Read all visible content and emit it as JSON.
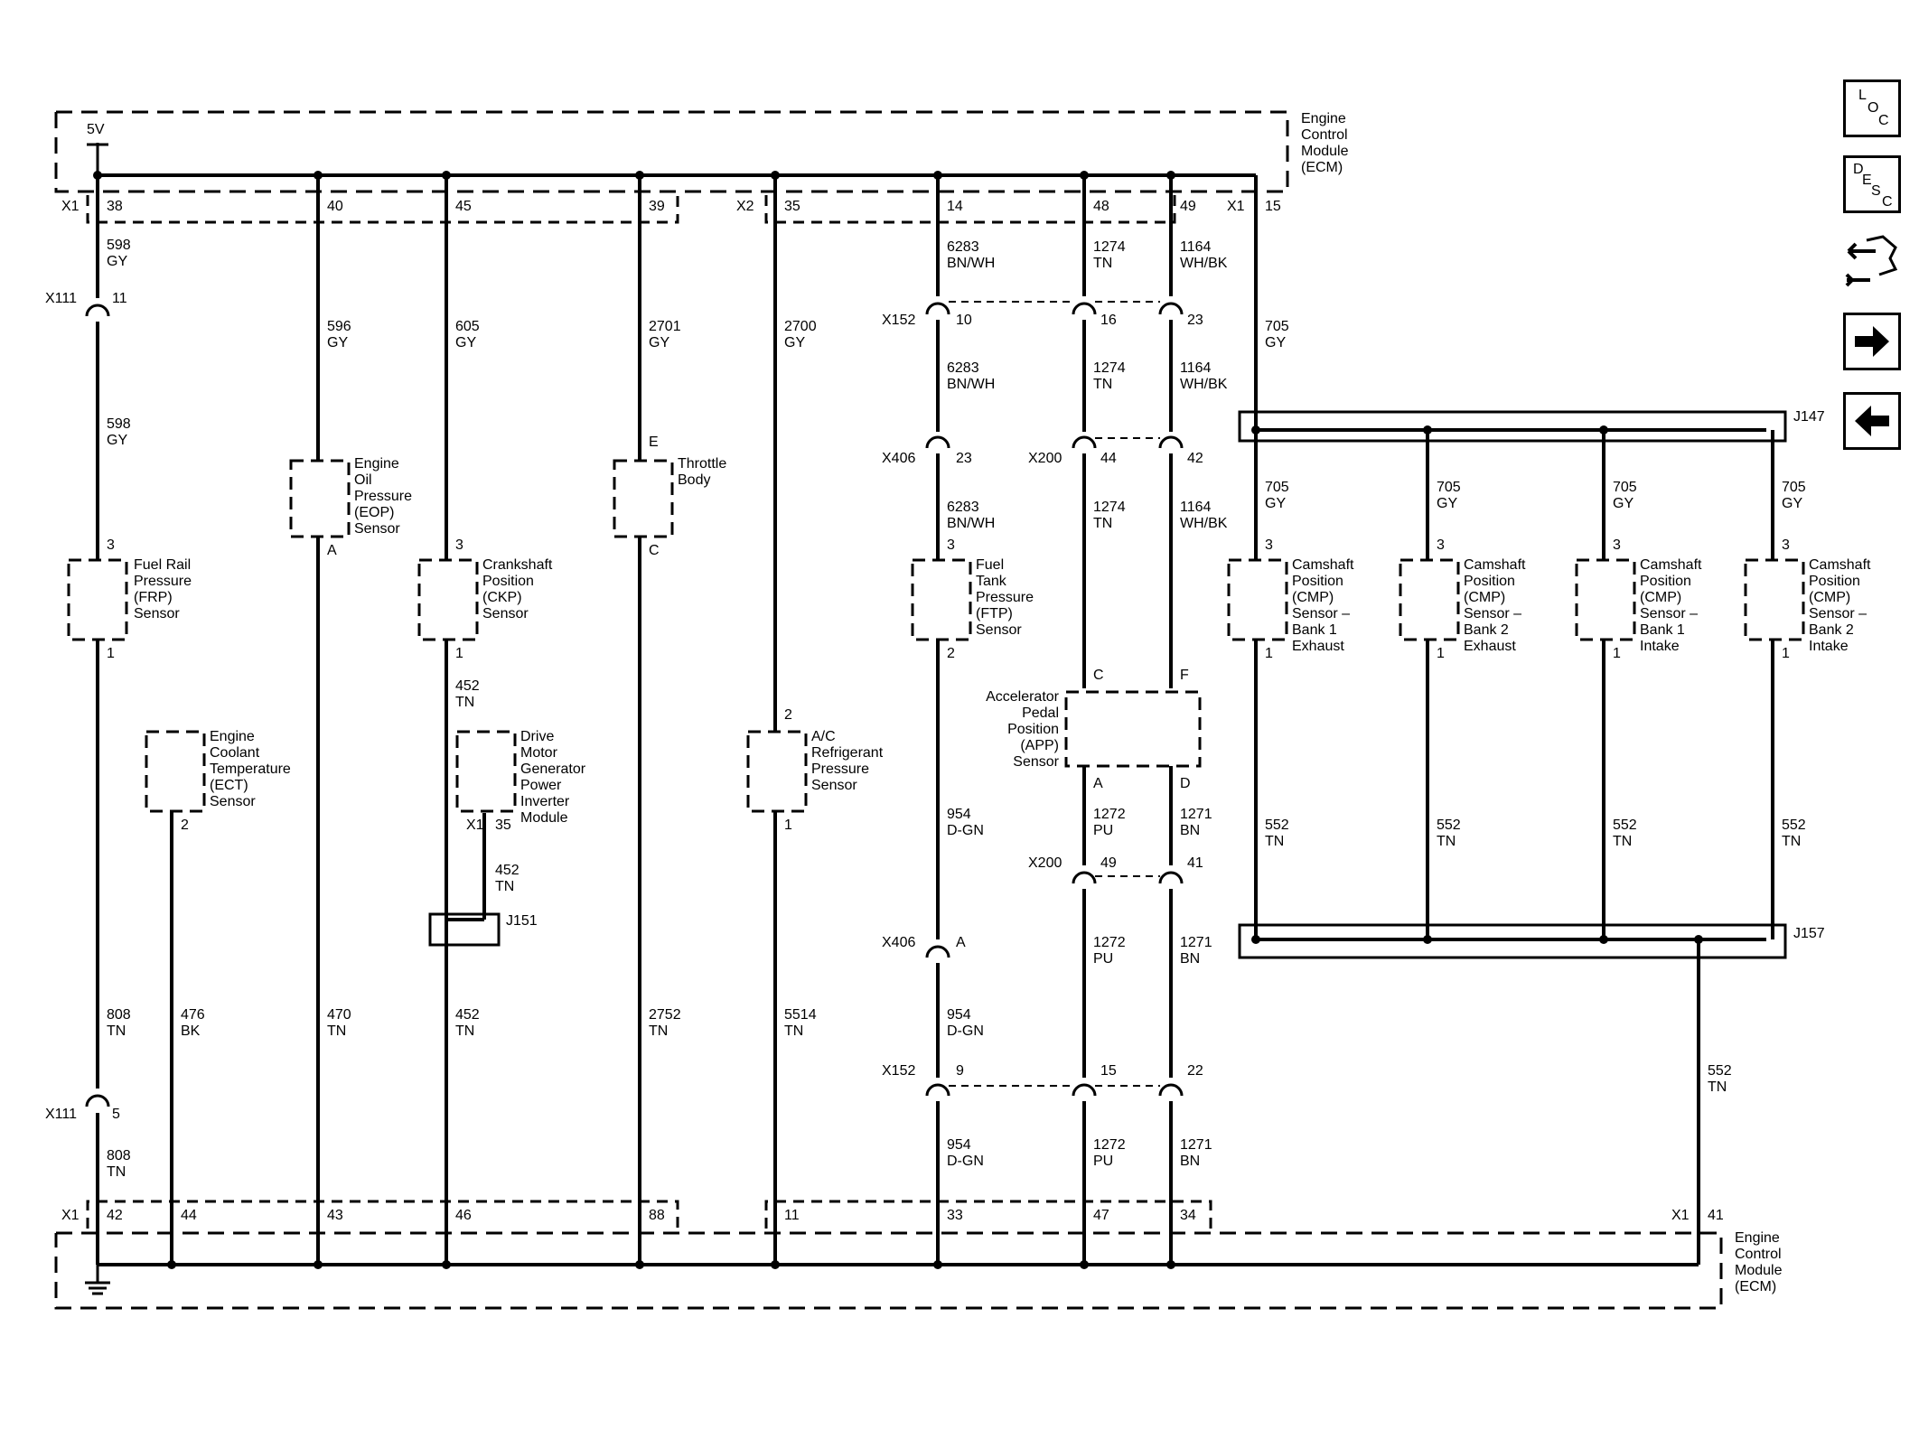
{
  "ecm_top_label": [
    "Engine",
    "Control",
    "Module",
    "(ECM)"
  ],
  "ecm_bottom_label": [
    "Engine",
    "Control",
    "Module",
    "(ECM)"
  ],
  "supply_label": "5V",
  "connectors": {
    "x1": "X1",
    "x2": "X2",
    "x111": "X111",
    "x152": "X152",
    "x406": "X406",
    "x200": "X200",
    "j147": "J147",
    "j157": "J157",
    "j151": "J151"
  },
  "top_pins": [
    "38",
    "40",
    "45",
    "39",
    "35",
    "14",
    "48",
    "49",
    "15"
  ],
  "bottom_pins": [
    "42",
    "44",
    "43",
    "46",
    "88",
    "11",
    "33",
    "47",
    "34",
    "41"
  ],
  "wire_labels": {
    "w598a": [
      "598",
      "GY"
    ],
    "w598b": [
      "598",
      "GY"
    ],
    "w596": [
      "596",
      "GY"
    ],
    "w605": [
      "605",
      "GY"
    ],
    "w2701": [
      "2701",
      "GY"
    ],
    "w2700": [
      "2700",
      "GY"
    ],
    "w6283a": [
      "6283",
      "BN/WH"
    ],
    "w6283b": [
      "6283",
      "BN/WH"
    ],
    "w6283c": [
      "6283",
      "BN/WH"
    ],
    "w1274a": [
      "1274",
      "TN"
    ],
    "w1274b": [
      "1274",
      "TN"
    ],
    "w1274c": [
      "1274",
      "TN"
    ],
    "w1164a": [
      "1164",
      "WH/BK"
    ],
    "w1164b": [
      "1164",
      "WH/BK"
    ],
    "w1164c": [
      "1164",
      "WH/BK"
    ],
    "w705a": [
      "705",
      "GY"
    ],
    "w705b": [
      "705",
      "GY"
    ],
    "w705c": [
      "705",
      "GY"
    ],
    "w705d": [
      "705",
      "GY"
    ],
    "w705e": [
      "705",
      "GY"
    ],
    "w452a": [
      "452",
      "TN"
    ],
    "w452b": [
      "452",
      "TN"
    ],
    "w452c": [
      "452",
      "TN"
    ],
    "w808a": [
      "808",
      "TN"
    ],
    "w808b": [
      "808",
      "TN"
    ],
    "w476": [
      "476",
      "BK"
    ],
    "w470": [
      "470",
      "TN"
    ],
    "w2752": [
      "2752",
      "TN"
    ],
    "w5514": [
      "5514",
      "TN"
    ],
    "w954a": [
      "954",
      "D-GN"
    ],
    "w954b": [
      "954",
      "D-GN"
    ],
    "w954c": [
      "954",
      "D-GN"
    ],
    "w1272a": [
      "1272",
      "PU"
    ],
    "w1272b": [
      "1272",
      "PU"
    ],
    "w1272c": [
      "1272",
      "PU"
    ],
    "w1271a": [
      "1271",
      "BN"
    ],
    "w1271b": [
      "1271",
      "BN"
    ],
    "w1271c": [
      "1271",
      "BN"
    ],
    "w552a": [
      "552",
      "TN"
    ],
    "w552b": [
      "552",
      "TN"
    ],
    "w552c": [
      "552",
      "TN"
    ],
    "w552d": [
      "552",
      "TN"
    ],
    "w552e": [
      "552",
      "TN"
    ]
  },
  "components": {
    "frp": [
      "Fuel Rail",
      "Pressure",
      "(FRP)",
      "Sensor"
    ],
    "eop": [
      "Engine",
      "Oil",
      "Pressure",
      "(EOP)",
      "Sensor"
    ],
    "ckp": [
      "Crankshaft",
      "Position",
      "(CKP)",
      "Sensor"
    ],
    "throttle": [
      "Throttle",
      "Body"
    ],
    "ftp": [
      "Fuel",
      "Tank",
      "Pressure",
      "(FTP)",
      "Sensor"
    ],
    "ect": [
      "Engine",
      "Coolant",
      "Temperature",
      "(ECT)",
      "Sensor"
    ],
    "dmgpim": [
      "Drive",
      "Motor",
      "Generator",
      "Power",
      "Inverter",
      "Module"
    ],
    "ac": [
      "A/C",
      "Refrigerant",
      "Pressure",
      "Sensor"
    ],
    "app": [
      "Accelerator",
      "Pedal",
      "Position",
      "(APP)",
      "Sensor"
    ],
    "cmp1": [
      "Camshaft",
      "Position",
      "(CMP)",
      "Sensor –",
      "Bank 1",
      "Exhaust"
    ],
    "cmp2": [
      "Camshaft",
      "Position",
      "(CMP)",
      "Sensor –",
      "Bank 2",
      "Exhaust"
    ],
    "cmp3": [
      "Camshaft",
      "Position",
      "(CMP)",
      "Sensor –",
      "Bank 1",
      "Intake"
    ],
    "cmp4": [
      "Camshaft",
      "Position",
      "(CMP)",
      "Sensor –",
      "Bank 2",
      "Intake"
    ]
  },
  "pins": {
    "c11": "11",
    "c5": "5",
    "c10": "10",
    "c16": "16",
    "c23a": "23",
    "c23b": "23",
    "c44": "44",
    "c42": "42",
    "c49": "49",
    "c41": "41",
    "cA": "A",
    "c9": "9",
    "c15": "15",
    "c22": "22",
    "p3": "3",
    "p1": "1",
    "p2": "2",
    "pA": "A",
    "pE": "E",
    "pC": "C",
    "pF": "F",
    "pD": "D",
    "p35": "35"
  },
  "nav": {
    "loc_icon": [
      "L",
      "O",
      "C"
    ],
    "desc_icon": [
      "D",
      "E",
      "S",
      "C"
    ],
    "service_icon": "wrench-hand",
    "next_icon": "arrow-right",
    "prev_icon": "arrow-left"
  }
}
